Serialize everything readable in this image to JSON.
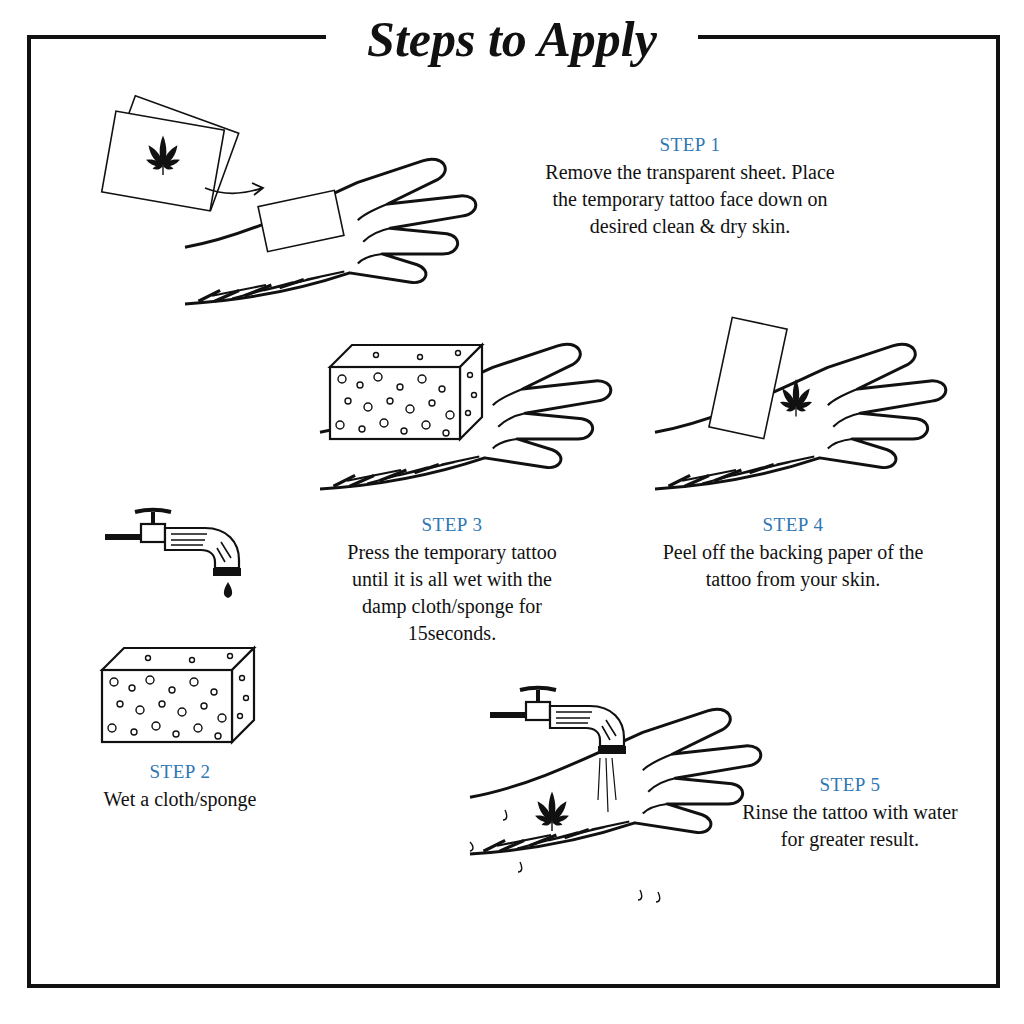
{
  "diagram": {
    "title": "Steps to Apply",
    "labels": [
      "STEP 1",
      "Remove the transparent sheet. Place the temporary tattoo face down on desired clean & dry skin.",
      "STEP 3",
      "Press the temporary tattoo until it is all wet with the damp cloth/sponge for 15seconds.",
      "STEP 4",
      "Peel off the backing paper of the tattoo from your skin.",
      "STEP 2",
      "Wet a cloth/sponge",
      "STEP 5",
      "Rinse the tattoo with water for greater result."
    ]
  }
}
